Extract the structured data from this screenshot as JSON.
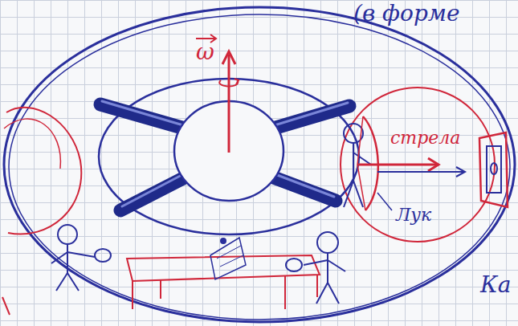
{
  "diagram": {
    "labels": [
      "(в форме",
      "ω",
      "стрела",
      "Лук",
      "Ка"
    ]
  }
}
